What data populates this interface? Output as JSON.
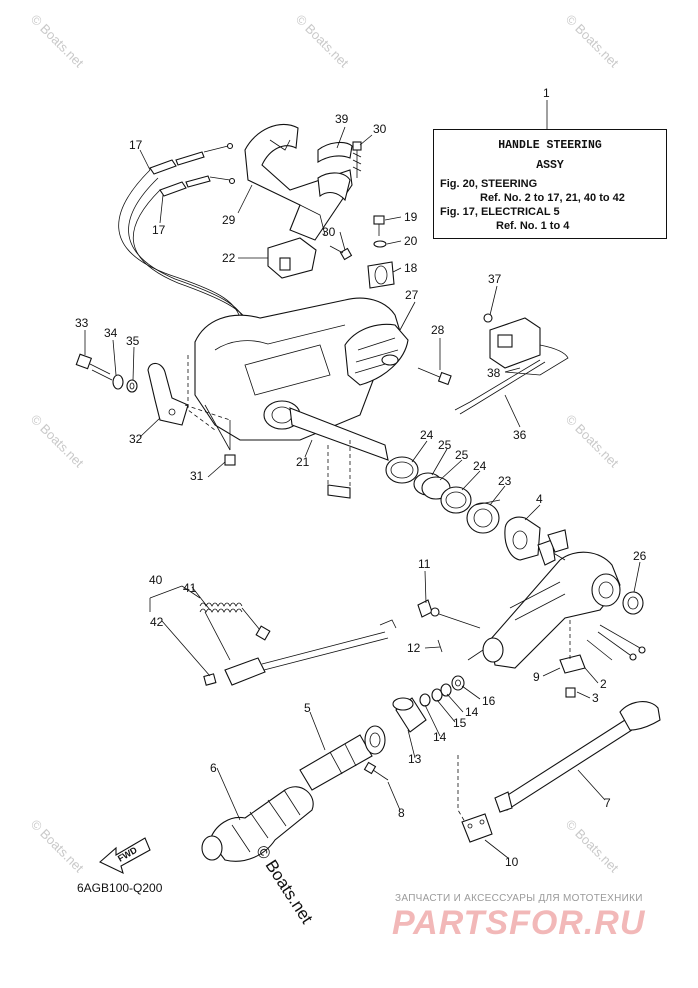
{
  "info_box": {
    "ref": "1",
    "title": "HANDLE STEERING",
    "subtitle": "ASSY",
    "line1": "Fig. 20, STEERING",
    "line2": "Ref. No. 2 to 17, 21, 40 to 42",
    "line3": "Fig. 17, ELECTRICAL 5",
    "line4": "Ref. No. 1 to 4"
  },
  "diagram_code": "6AGB100-Q200",
  "fwd_label": "FWD",
  "copyright": "© Boats.net",
  "watermark": "© Boats.net",
  "brand_subtitle": "ЗАПЧАСТИ И АКСЕССУАРЫ ДЛЯ МОТОТЕХНИКИ",
  "brand_name": "PARTSFOR.RU",
  "callouts": {
    "c1": "1",
    "c2": "2",
    "c3": "3",
    "c4": "4",
    "c5": "5",
    "c6": "6",
    "c7": "7",
    "c8": "8",
    "c9": "9",
    "c10": "10",
    "c11": "11",
    "c12": "12",
    "c13": "13",
    "c14a": "14",
    "c14b": "14",
    "c15": "15",
    "c16": "16",
    "c17a": "17",
    "c17b": "17",
    "c18": "18",
    "c19": "19",
    "c20": "20",
    "c21": "21",
    "c22": "22",
    "c23": "23",
    "c24a": "24",
    "c24b": "24",
    "c25a": "25",
    "c25b": "25",
    "c26": "26",
    "c27": "27",
    "c28": "28",
    "c29": "29",
    "c30a": "30",
    "c30b": "30",
    "c31": "31",
    "c32": "32",
    "c33": "33",
    "c34": "34",
    "c35": "35",
    "c36": "36",
    "c37": "37",
    "c38": "38",
    "c39": "39",
    "c40": "40",
    "c41": "41",
    "c42": "42"
  }
}
